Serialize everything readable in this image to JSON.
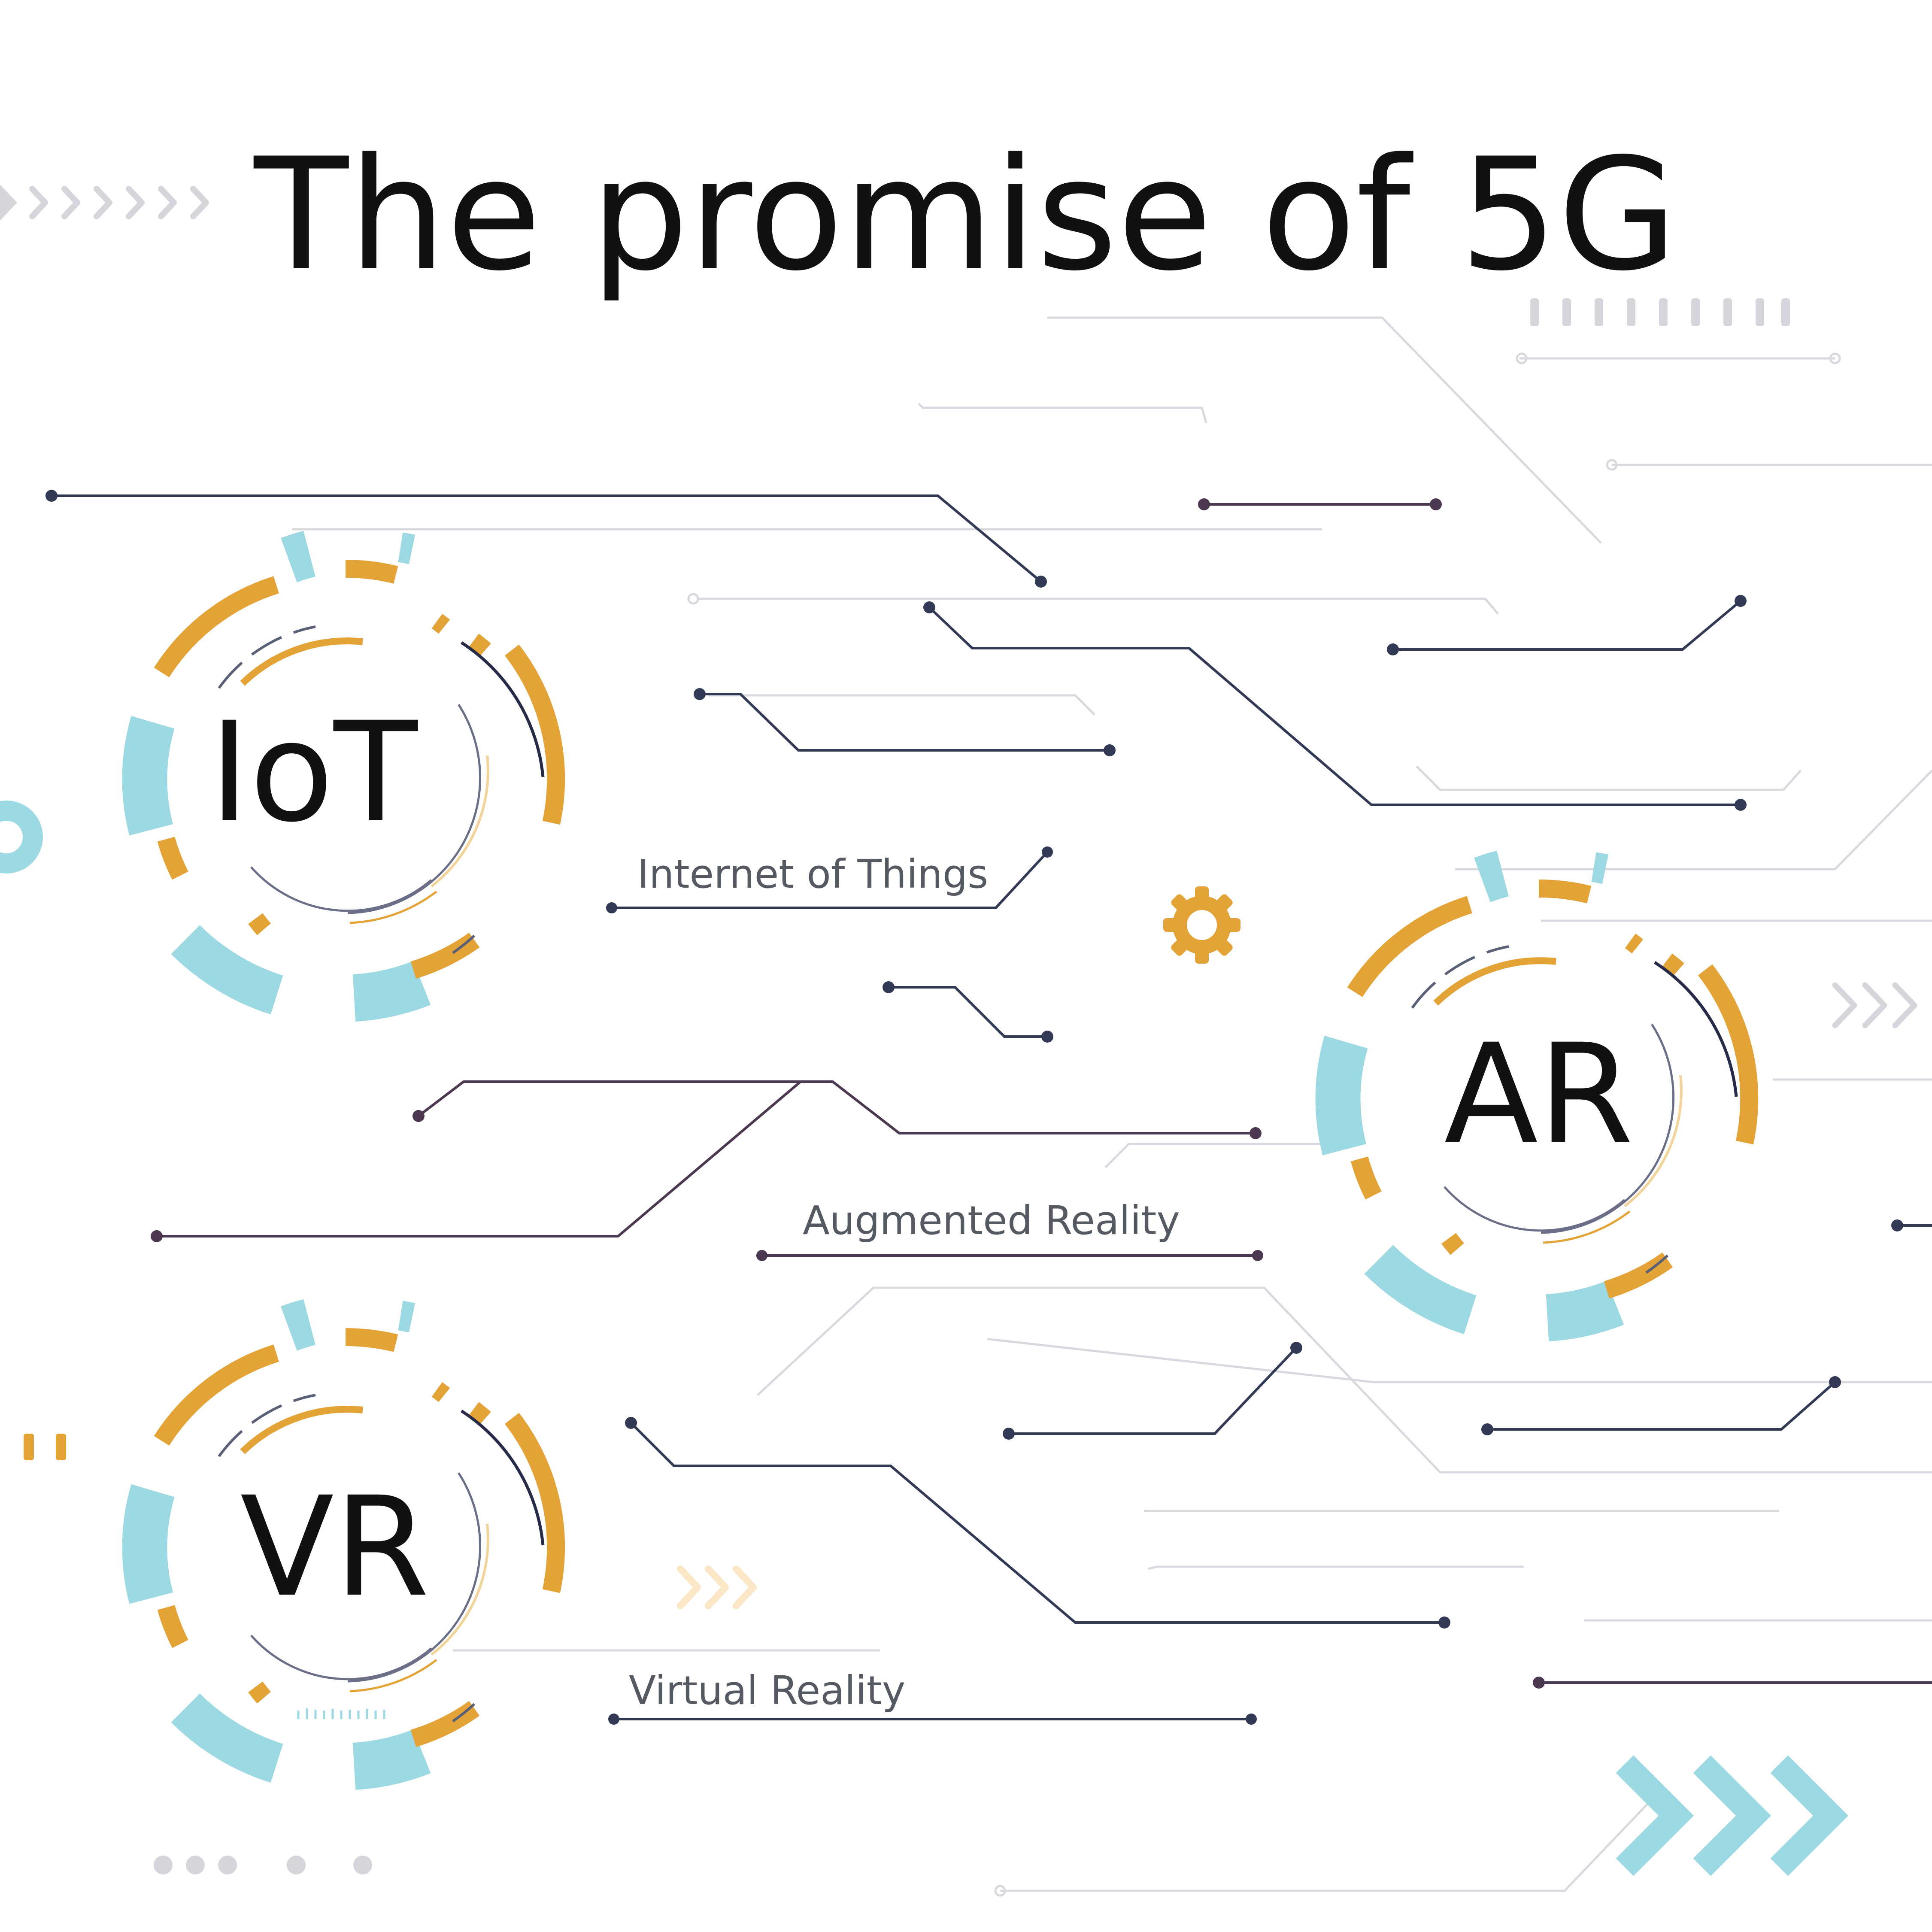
{
  "title": "The promise of 5G",
  "colors": {
    "teal": "#9CD9E2",
    "orange": "#E4A336",
    "navy": "#333A55",
    "plum": "#4C3850",
    "light_line": "#D7D9DE",
    "light_gray": "#D5D6DB",
    "text": "#111111",
    "caption_text": "#555A62"
  },
  "badges": [
    {
      "abbr": "IoT",
      "caption": "Internet of Things"
    },
    {
      "abbr": "AR",
      "caption": "Augmented Reality"
    },
    {
      "abbr": "VR",
      "caption": "Virtual Reality"
    }
  ],
  "decor_icons": [
    "chevrons-icon",
    "gear-icon",
    "dots-icon",
    "bars-icon"
  ]
}
